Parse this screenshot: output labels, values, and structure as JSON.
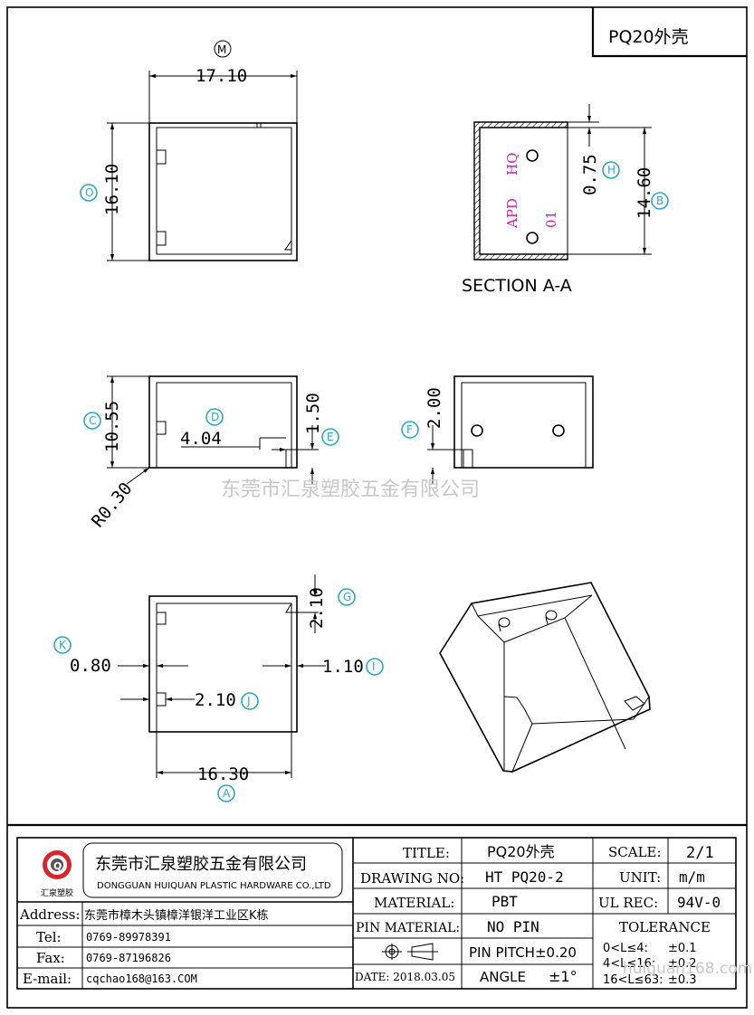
{
  "title_box": {
    "label": "PQ20外壳"
  },
  "top_view": {
    "width_dim": "17.10",
    "width_tag": "M",
    "height_dim": "16.10",
    "height_tag": "O"
  },
  "section": {
    "label": "SECTION A-A",
    "dim_wall": "0.75",
    "dim_wall_tag": "H",
    "dim_height": "14.60",
    "dim_height_tag": "B",
    "marks": [
      "HQ",
      "APD",
      "01"
    ]
  },
  "front_view": {
    "dim_height": "10.55",
    "dim_height_tag": "C",
    "dim_d": "4.04",
    "dim_d_tag": "D",
    "dim_e": "1.50",
    "dim_e_tag": "E",
    "dim_radius": "R0.30"
  },
  "side_view": {
    "dim_f": "2.00",
    "dim_f_tag": "F"
  },
  "bottom_view": {
    "dim_g": "2.10",
    "dim_g_tag": "G",
    "dim_k": "0.80",
    "dim_k_tag": "K",
    "dim_i": "1.10",
    "dim_i_tag": "I",
    "dim_j": "2.10",
    "dim_j_tag": "J",
    "dim_a": "16.30",
    "dim_a_tag": "A"
  },
  "watermark": "东莞市汇泉塑胶五金有限公司",
  "title_block": {
    "company_cn": "东莞市汇泉塑胶五金有限公司",
    "company_en": "DONGGUAN HUIQUAN PLASTIC HARDWARE CO.,LTD",
    "logo_text": "汇泉塑胶",
    "address_label": "Address:",
    "address": "东莞市樟木头镇樟洋银洋工业区K栋",
    "tel_label": "Tel:",
    "tel": "0769-89978391",
    "fax_label": "Fax:",
    "fax": "0769-87196826",
    "email_label": "E-mail:",
    "email": "cqchao168@163.COM",
    "title_label": "TITLE:",
    "title_value": "PQ20外壳",
    "drawing_no_label": "DRAWING NO:",
    "drawing_no": "HT PQ20-2",
    "material_label": "MATERIAL:",
    "material": "PBT",
    "pin_material_label": "PIN MATERIAL:",
    "pin_material": "NO PIN",
    "pin_pitch": "PIN PITCH±0.20",
    "date": "DATE: 2018.03.05",
    "angle_label": "ANGLE",
    "angle": "±1°",
    "scale_label": "SCALE:",
    "scale": "2/1",
    "unit_label": "UNIT:",
    "unit": "m/m",
    "ul_label": "UL REC:",
    "ul": "94V-0",
    "tolerance_label": "TOLERANCE",
    "tol1_range": "0<L≤4:",
    "tol1": "±0.1",
    "tol2_range": "4<L≤16:",
    "tol2": "±0.2",
    "tol3_range": "16<L≤63:",
    "tol3": "±0.3",
    "watermark_url": "huiquan168.com"
  }
}
